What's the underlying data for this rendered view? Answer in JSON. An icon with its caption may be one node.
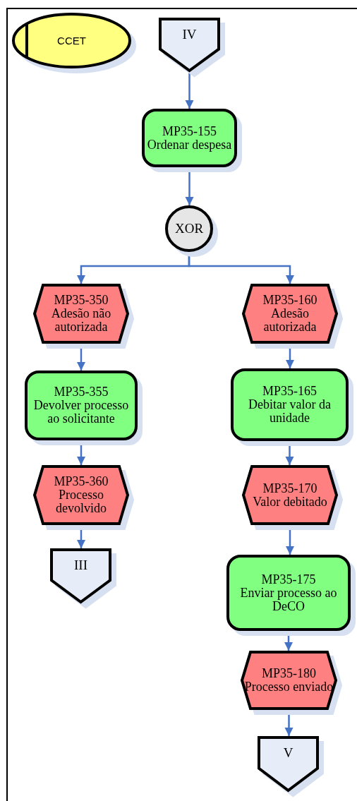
{
  "diagram": {
    "nodes": [
      {
        "text": [
          "CCET"
        ]
      },
      {
        "text": [
          "IV"
        ]
      },
      {
        "text": [
          "MP35-155",
          "Ordenar despesa"
        ]
      },
      {
        "text": [
          "XOR"
        ]
      },
      {
        "text": [
          "MP35-350",
          "Adesão não autorizada"
        ]
      },
      {
        "text": [
          "MP35-160",
          "Adesão autorizada"
        ]
      },
      {
        "text": [
          "MP35-355",
          "Devolver processo ao solicitante"
        ]
      },
      {
        "text": [
          "MP35-165",
          "Debitar valor da unidade"
        ]
      },
      {
        "text": [
          "MP35-360",
          "Processo devolvido"
        ]
      },
      {
        "text": [
          "MP35-170",
          "Valor debitado"
        ]
      },
      {
        "text": [
          "III"
        ]
      },
      {
        "text": [
          "MP35-175",
          "Enviar processo ao DeCO"
        ]
      },
      {
        "text": [
          "MP35-180",
          "Processo enviado"
        ]
      },
      {
        "text": [
          "V"
        ]
      }
    ],
    "edges": [
      {
        "from": 1,
        "to": 2,
        "arrow": "to"
      },
      {
        "from": 2,
        "to": 3,
        "arrow": "to"
      },
      {
        "from": 3,
        "to": 4,
        "arrow": "to"
      },
      {
        "from": 3,
        "to": 5,
        "arrow": "to"
      },
      {
        "from": 4,
        "to": 6,
        "arrow": "to"
      },
      {
        "from": 6,
        "to": 8,
        "arrow": "to"
      },
      {
        "from": 8,
        "to": 10,
        "arrow": "to"
      },
      {
        "from": 5,
        "to": 7,
        "arrow": "to"
      },
      {
        "from": 7,
        "to": 9,
        "arrow": "to"
      },
      {
        "from": 9,
        "to": 11,
        "arrow": "to"
      },
      {
        "from": 11,
        "to": 12,
        "arrow": "to"
      },
      {
        "from": 12,
        "to": 13,
        "arrow": "to"
      }
    ]
  }
}
